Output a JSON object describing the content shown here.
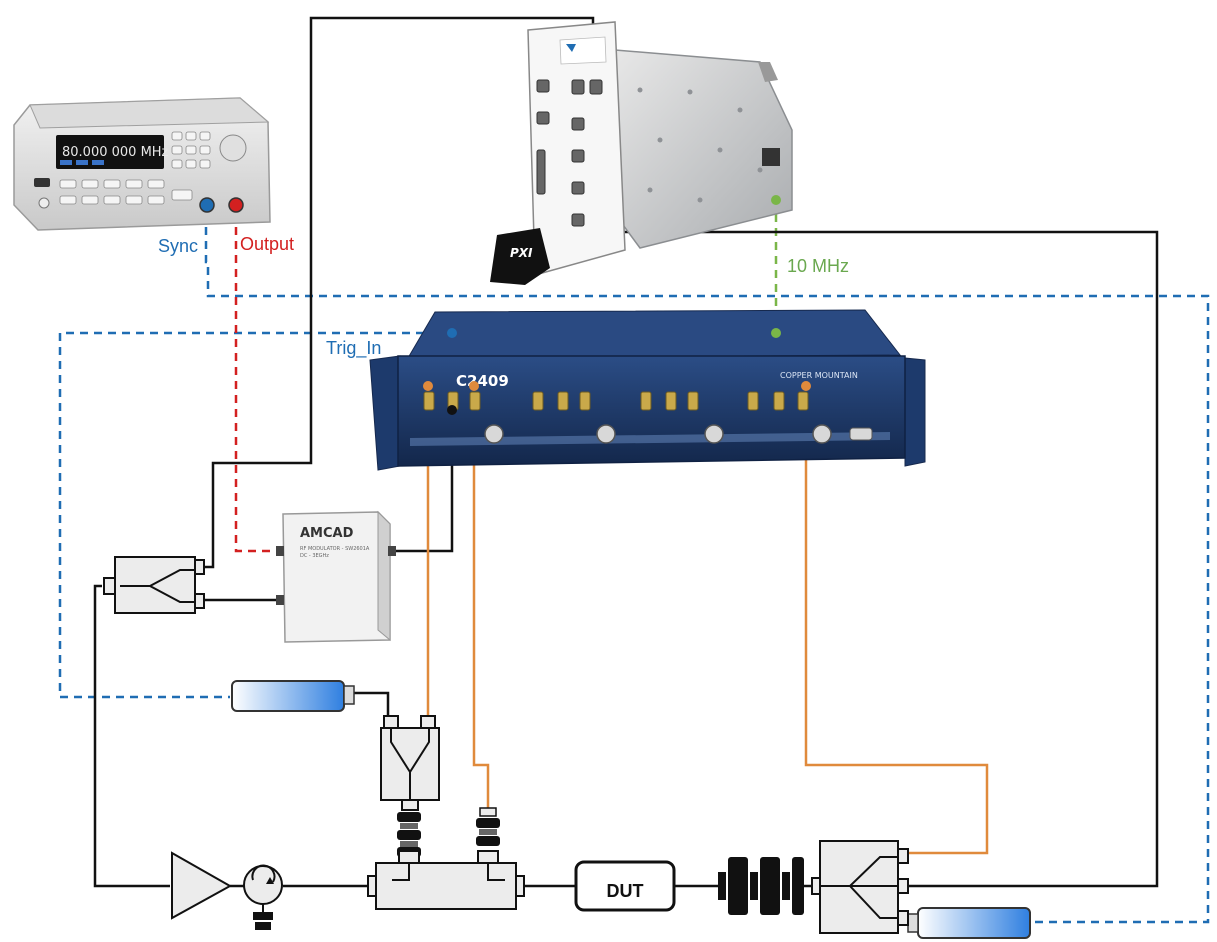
{
  "labels": {
    "sync": "Sync",
    "output": "Output",
    "ten_mhz": "10 MHz",
    "trig_in": "Trig_In",
    "dut": "DUT"
  },
  "signal_generator": {
    "display": "80.000 000 MHz"
  },
  "vna": {
    "model": "C2409",
    "brand": "COPPER MOUNTAIN"
  },
  "pxi": {
    "badge": "PXI"
  },
  "modulator": {
    "brand": "AMCAD",
    "line1": "RF MODULATOR - SW2601A",
    "line2": "DC - 3EGHz"
  },
  "colors": {
    "black_cable": "#111111",
    "orange_cable": "#e08a3c",
    "blue_dashed": "#1f6db3",
    "red_dashed": "#d32020",
    "green_dashed": "#7ab648",
    "sync_text": "#1f6db3",
    "output_text": "#d32020",
    "ten_mhz_text": "#6aa84f",
    "trig_text": "#1f6db3"
  }
}
